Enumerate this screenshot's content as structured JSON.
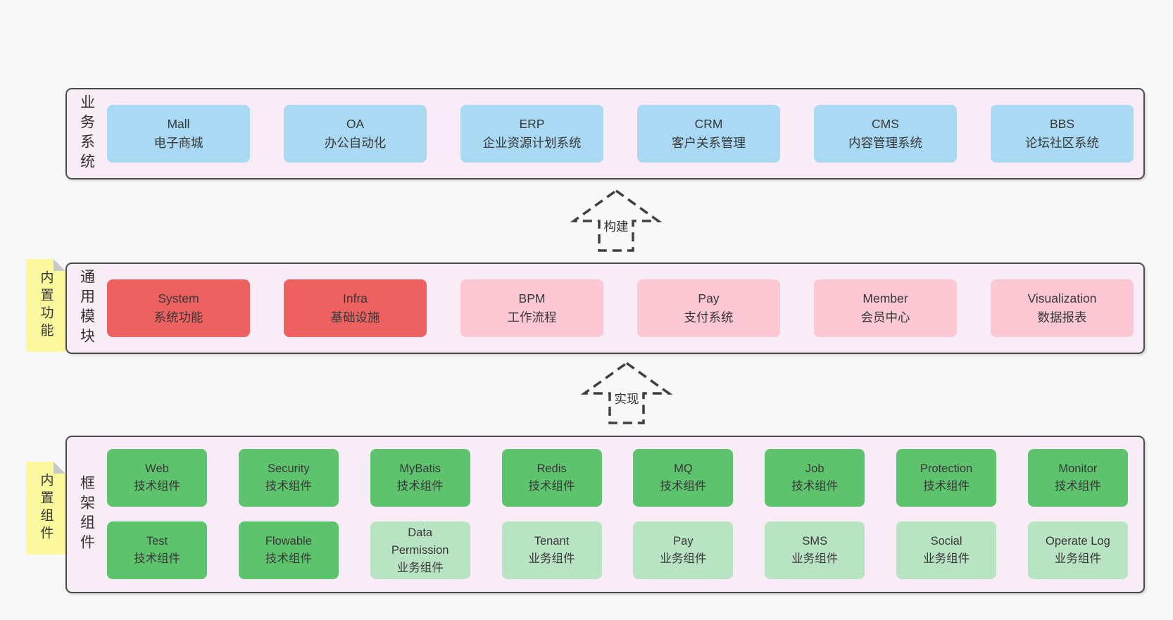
{
  "colors": {
    "page_bg": "#f8f8f8",
    "layer_bg": "#f8edf6",
    "layer_border": "#4a4a4a",
    "blue": "#a9d9f3",
    "red": "#ee6161",
    "pink": "#fbc8d3",
    "green": "#5ec36d",
    "light_green": "#b9e4c4",
    "sticky_yellow": "#fbf89d",
    "text": "#383838"
  },
  "arrows": [
    {
      "label": "构建"
    },
    {
      "label": "实现"
    }
  ],
  "layers": [
    {
      "label": "业务系统",
      "boxes": [
        {
          "title": "Mall",
          "subtitle": "电子商城"
        },
        {
          "title": "OA",
          "subtitle": "办公自动化"
        },
        {
          "title": "ERP",
          "subtitle": "企业资源计划系统"
        },
        {
          "title": "CRM",
          "subtitle": "客户关系管理"
        },
        {
          "title": "CMS",
          "subtitle": "内容管理系统"
        },
        {
          "title": "BBS",
          "subtitle": "论坛社区系统"
        }
      ]
    },
    {
      "label": "通用模块",
      "sticky": "内置功能",
      "boxes": [
        {
          "title": "System",
          "subtitle": "系统功能",
          "variant": "red"
        },
        {
          "title": "Infra",
          "subtitle": "基础设施",
          "variant": "red"
        },
        {
          "title": "BPM",
          "subtitle": "工作流程",
          "variant": "pink"
        },
        {
          "title": "Pay",
          "subtitle": "支付系统",
          "variant": "pink"
        },
        {
          "title": "Member",
          "subtitle": "会员中心",
          "variant": "pink"
        },
        {
          "title": "Visualization",
          "subtitle": "数据报表",
          "variant": "pink"
        }
      ]
    },
    {
      "label": "框架组件",
      "sticky": "内置组件",
      "rows": [
        [
          {
            "title": "Web",
            "subtitle": "技术组件",
            "variant": "green"
          },
          {
            "title": "Security",
            "subtitle": "技术组件",
            "variant": "green"
          },
          {
            "title": "MyBatis",
            "subtitle": "技术组件",
            "variant": "green"
          },
          {
            "title": "Redis",
            "subtitle": "技术组件",
            "variant": "green"
          },
          {
            "title": "MQ",
            "subtitle": "技术组件",
            "variant": "green"
          },
          {
            "title": "Job",
            "subtitle": "技术组件",
            "variant": "green"
          },
          {
            "title": "Protection",
            "subtitle": "技术组件",
            "variant": "green"
          },
          {
            "title": "Monitor",
            "subtitle": "技术组件",
            "variant": "green"
          }
        ],
        [
          {
            "title": "Test",
            "subtitle": "技术组件",
            "variant": "green"
          },
          {
            "title": "Flowable",
            "subtitle": "技术组件",
            "variant": "green"
          },
          {
            "title": "Data Permission",
            "subtitle": "业务组件",
            "variant": "light_green"
          },
          {
            "title": "Tenant",
            "subtitle": "业务组件",
            "variant": "light_green"
          },
          {
            "title": "Pay",
            "subtitle": "业务组件",
            "variant": "light_green"
          },
          {
            "title": "SMS",
            "subtitle": "业务组件",
            "variant": "light_green"
          },
          {
            "title": "Social",
            "subtitle": "业务组件",
            "variant": "light_green"
          },
          {
            "title": "Operate Log",
            "subtitle": "业务组件",
            "variant": "light_green"
          }
        ]
      ]
    }
  ]
}
